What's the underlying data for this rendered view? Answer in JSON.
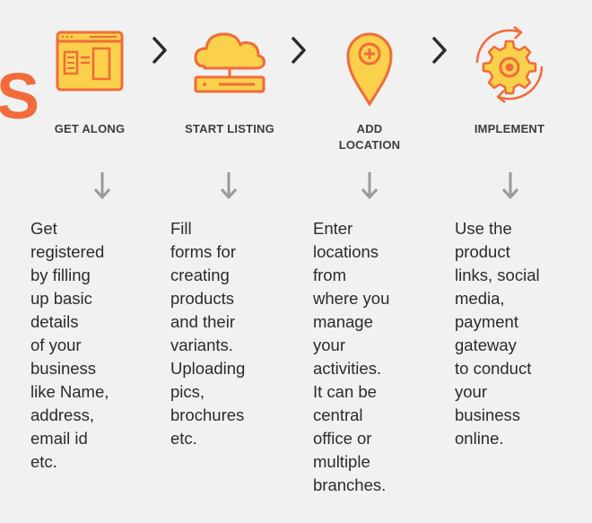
{
  "partial_heading_letter": "S",
  "colors": {
    "background": "#f1f1f1",
    "icon_fill": "#fbd14b",
    "icon_stroke": "#f26b3a",
    "arrow": "#9a9a9a",
    "text": "#2b2b2b"
  },
  "steps": [
    {
      "icon": "browser-window-icon",
      "title": "GET ALONG",
      "lines": [
        "Get",
        "registered",
        "by filling",
        "up basic",
        "details",
        "of your",
        "business",
        "like Name,",
        "address,",
        "email id",
        "etc."
      ]
    },
    {
      "icon": "cloud-server-icon",
      "title": "START LISTING",
      "lines": [
        "Fill",
        "forms for",
        "creating",
        "products",
        "and their",
        "variants.",
        "Uploading",
        "pics,",
        "brochures",
        "etc."
      ]
    },
    {
      "icon": "location-pin-icon",
      "title": "ADD LOCATION",
      "lines": [
        "Enter",
        "locations",
        "from",
        "where you",
        "manage",
        "your",
        "activities.",
        "It can be",
        "central",
        "office or",
        "multiple",
        "branches."
      ]
    },
    {
      "icon": "gear-cycle-icon",
      "title": "IMPLEMENT",
      "lines": [
        "Use the",
        "product",
        "links, social",
        "media,",
        "payment",
        "gateway",
        "to conduct",
        "your",
        "business",
        "online."
      ]
    }
  ]
}
